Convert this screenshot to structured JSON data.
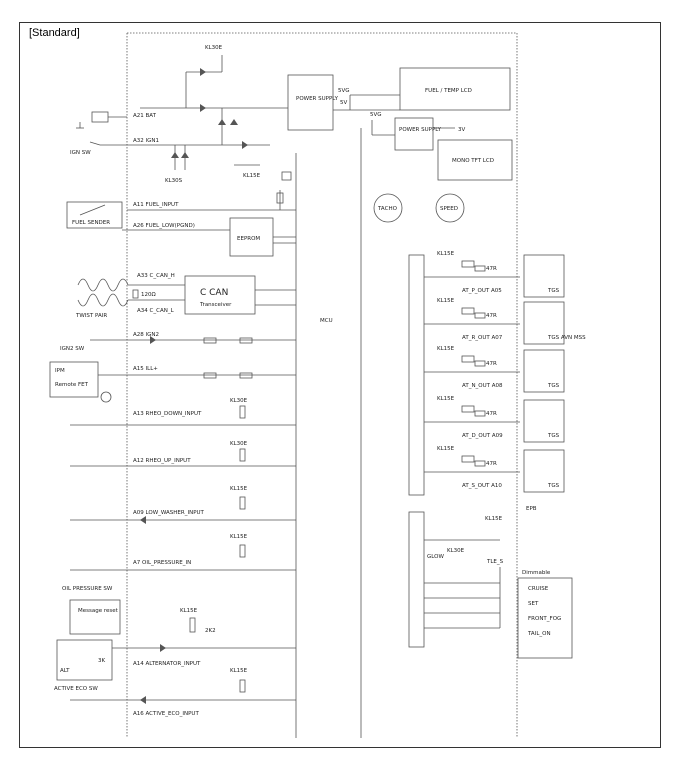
{
  "header": {
    "title": "[Standard]"
  },
  "blocks": {
    "power_supply": "POWER SUPPLY",
    "fuel_temp_lcd": "FUEL / TEMP LCD",
    "power_supply2": "POWER SUPPLY",
    "mono_tft_lcd": "MONO TFT LCD",
    "eeprom": "EEPROM",
    "c_can": "C CAN",
    "transceiver": "Transceiver",
    "mcu": "MCU",
    "tacho": "TACHO",
    "speed": "SPEED",
    "ipm": "IPM",
    "ipm_sub": "Remote FET",
    "epb": "EPB",
    "message_reset": "Message reset",
    "alt": "ALT"
  },
  "voltages": {
    "v5g": "5VG",
    "v5": "5V",
    "v5g2": "5VG",
    "v3": "3V"
  },
  "inputs": [
    {
      "pin": "A21 BAT"
    },
    {
      "pin": "A32 IGN1"
    },
    {
      "pin": "A11 FUEL_INPUT"
    },
    {
      "pin": "A26 FUEL_LOW(PGND)"
    },
    {
      "pin": "A33 C_CAN_H"
    },
    {
      "pin": "A34 C_CAN_L"
    },
    {
      "pin": "A28 IGN2"
    },
    {
      "pin": "A15 ILL+"
    },
    {
      "pin": "A13 RHEO_DOWN_INPUT"
    },
    {
      "pin": "A12 RHEO_UP_INPUT"
    },
    {
      "pin": "A09 LOW_WASHER_INPUT"
    },
    {
      "pin": "A7 OIL_PRESSURE_IN"
    },
    {
      "pin": "A14 ALTERNATOR_INPUT"
    },
    {
      "pin": "A16 ACTIVE_ECO_INPUT"
    }
  ],
  "labels": {
    "kl30e_top": "KL30E",
    "kl30s": "KL30S",
    "kl15e_a": "KL15E",
    "ign_sw": "IGN SW",
    "fuel_sender": "FUEL SENDER",
    "twist_pair": "TWIST PAIR",
    "ign2_sw": "IGN2 SW",
    "kl30e_rheo_down": "KL30E",
    "kl30e_rheo_up": "KL30E",
    "kl15e_washer": "KL15E",
    "kl15e_oil": "KL15E",
    "oil_pressure_sw": "OIL PRESSURE SW",
    "kl15e_alt": "KL15E",
    "r_2k2": "2K2",
    "r_3k": "3K",
    "kl15e_eco": "KL15E",
    "active_eco_sw": "ACTIVE ECO SW",
    "r_120": "120Ω",
    "kl15e_epb": "KL15E",
    "glow": "GLOW",
    "kl30e_glow": "KL30E",
    "tle_s": "TLE_S",
    "dimmable": "Dimmable",
    "cruise": "CRUISE",
    "set": "SET",
    "front_fog": "FRONT_FOG",
    "tail_on": "TAIL_ON"
  },
  "outputs": [
    {
      "kl": "KL15E",
      "res": "47R",
      "pin": "AT_P_OUT A05",
      "module": "TGS"
    },
    {
      "kl": "KL15E",
      "res": "47R",
      "pin": "AT_R_OUT A07",
      "module": "TGS AVN MSS"
    },
    {
      "kl": "KL15E",
      "res": "47R",
      "pin": "AT_N_OUT A08",
      "module": "TGS"
    },
    {
      "kl": "KL15E",
      "res": "47R",
      "pin": "AT_D_OUT A09",
      "module": "TGS"
    },
    {
      "kl": "KL15E",
      "res": "47R",
      "pin": "AT_S_OUT A10",
      "module": "TGS"
    }
  ]
}
